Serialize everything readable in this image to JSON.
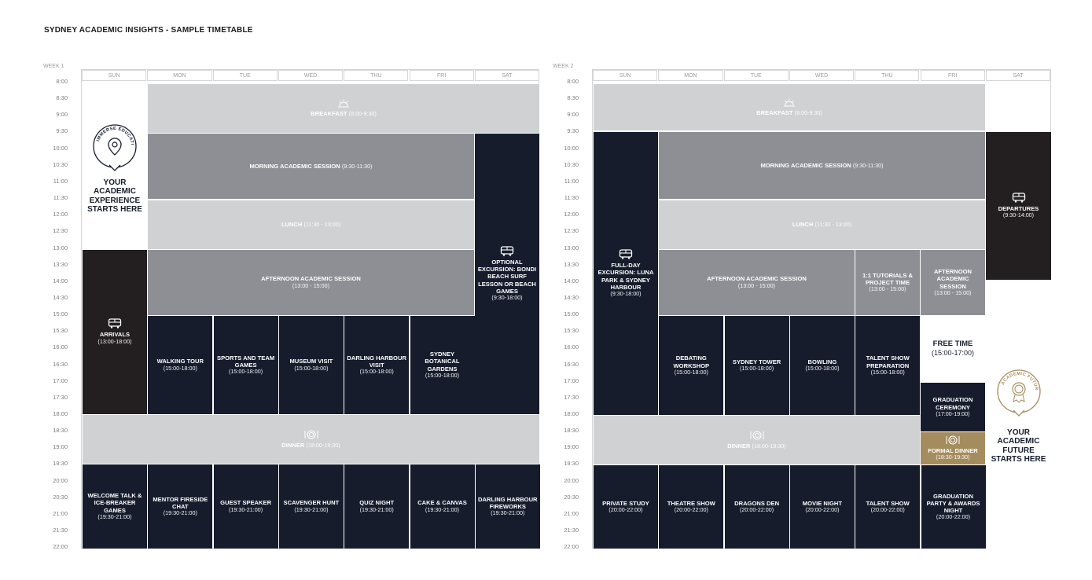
{
  "title": "SYDNEY ACADEMIC INSIGHTS - SAMPLE TIMETABLE",
  "days": [
    "SUN",
    "MON",
    "TUE",
    "WED",
    "THU",
    "FRI",
    "SAT"
  ],
  "times": [
    "8:00",
    "8:30",
    "9:00",
    "9:30",
    "10:00",
    "10:30",
    "11:00",
    "11:30",
    "12:00",
    "12:30",
    "13:00",
    "13:30",
    "14:00",
    "14:30",
    "15:00",
    "15:30",
    "16:00",
    "16:30",
    "17:00",
    "17:30",
    "18:00",
    "18:30",
    "19:00",
    "19:30",
    "20:00",
    "20:30",
    "21:00",
    "21:30",
    "22:00"
  ],
  "colors": {
    "navy": "#161c2c",
    "brown": "#231f20",
    "light_gray": "#d0d1d3",
    "mid_gray": "#8d8f94",
    "gold": "#a58c5e"
  },
  "icons": {
    "breakfast": "sunrise-icon",
    "dinner": "dinner-plate-icon",
    "bus": "bus-icon",
    "pin": "location-pin-icon",
    "award": "award-medal-icon"
  },
  "week1": {
    "label": "WEEK 1",
    "badge_text": "IMMERSE EDUCATION",
    "welcome": "YOUR ACADEMIC EXPERIENCE STARTS HERE",
    "breakfast": {
      "label": "BREAKFAST",
      "time": "(8:00-9:30)"
    },
    "morning": {
      "label": "MORNING ACADEMIC SESSION",
      "time": "(9:30-11:30)"
    },
    "lunch": {
      "label": "LUNCH",
      "time": "(11:30 - 13:00)"
    },
    "afternoon": {
      "label": "AFTERNOON ACADEMIC SESSION",
      "time": "(13:00 - 15:00)"
    },
    "excursion": {
      "label": "OPTIONAL EXCURSION: BONDI BEACH SURF LESSON OR BEACH GAMES",
      "time": "(9:30-18:00)"
    },
    "arrivals": {
      "label": "ARRIVALS",
      "time": "(13:00-18:00)"
    },
    "activities": [
      {
        "label": "WALKING TOUR",
        "time": "(15:00-18:00)"
      },
      {
        "label": "SPORTS AND TEAM GAMES",
        "time": "(15:00-18:00)"
      },
      {
        "label": "MUSEUM VISIT",
        "time": "(15:00-18:00)"
      },
      {
        "label": "DARLING HARBOUR VISIT",
        "time": "(15:00-18:00)"
      },
      {
        "label": "SYDNEY BOTANICAL GARDENS",
        "time": "(15:00-18:00)"
      }
    ],
    "dinner": {
      "label": "DINNER",
      "time": "(18:00-19:30)"
    },
    "evening": [
      {
        "label": "WELCOME TALK & ICE-BREAKER GAMES",
        "time": "(19:30-21:00)"
      },
      {
        "label": "MENTOR FIRESIDE CHAT",
        "time": "(19:30-21:00)"
      },
      {
        "label": "GUEST SPEAKER",
        "time": "(19:30-21:00)"
      },
      {
        "label": "SCAVENGER HUNT",
        "time": "(19:30-21:00)"
      },
      {
        "label": "QUIZ NIGHT",
        "time": "(19:30-21:00)"
      },
      {
        "label": "CAKE & CANVAS",
        "time": "(19:30-21:00)"
      },
      {
        "label": "DARLING HARBOUR FIREWORKS",
        "time": "(19:30-21:00)"
      }
    ]
  },
  "week2": {
    "label": "WEEK 2",
    "badge_text": "ACADEMIC FUTURE",
    "future": "YOUR ACADEMIC FUTURE STARTS HERE",
    "breakfast": {
      "label": "BREAKFAST",
      "time": "(8:00-9:30)"
    },
    "morning": {
      "label": "MORNING ACADEMIC SESSION",
      "time": "(9:30-11:30)"
    },
    "lunch": {
      "label": "LUNCH",
      "time": "(11:30 - 13:00)"
    },
    "afternoon": {
      "label": "AFTERNOON ACADEMIC SESSION",
      "time": "(13:00 - 15:00)"
    },
    "tutorials": {
      "label": "1:1 TUTORIALS & PROJECT TIME",
      "time": "(13:00 - 15:00)"
    },
    "fri_afternoon": {
      "label": "AFTERNOON ACADEMIC SESSION",
      "time": "(13:00 - 15:00)"
    },
    "excursion": {
      "label": "FULL-DAY EXCURSION: LUNA PARK & SYDNEY HARBOUR",
      "time": "(9:30-18:00)"
    },
    "departures": {
      "label": "DEPARTURES",
      "time": "(9:30-14:00)"
    },
    "activities": [
      {
        "label": "DEBATING WORKSHOP",
        "time": "(15:00-18:00)"
      },
      {
        "label": "SYDNEY TOWER",
        "time": "(15:00-18:00)"
      },
      {
        "label": "BOWLING",
        "time": "(15:00-18:00)"
      },
      {
        "label": "TALENT SHOW PREPARATION",
        "time": "(15:00-18:00)"
      }
    ],
    "free_time": {
      "label": "FREE TIME",
      "time": "(15:00-17:00)"
    },
    "graduation": {
      "label": "GRADUATION CEREMONY",
      "time": "(17:00-19:00)"
    },
    "formal_dinner": {
      "label": "FORMAL DINNER",
      "time": "(18:30-19:30)"
    },
    "dinner": {
      "label": "DINNER",
      "time": "(18:00-19:30)"
    },
    "evening": [
      {
        "label": "PRIVATE STUDY",
        "time": "(20:00-22:00)"
      },
      {
        "label": "THEATRE SHOW",
        "time": "(20:00-22:00)"
      },
      {
        "label": "DRAGONS DEN",
        "time": "(20:00-22:00)"
      },
      {
        "label": "MOVIE NIGHT",
        "time": "(20:00-22:00)"
      },
      {
        "label": "TALENT SHOW",
        "time": "(20:00-22:00)"
      },
      {
        "label": "GRADUATION PARTY & AWARDS NIGHT",
        "time": "(20:00-22:00)"
      }
    ]
  }
}
